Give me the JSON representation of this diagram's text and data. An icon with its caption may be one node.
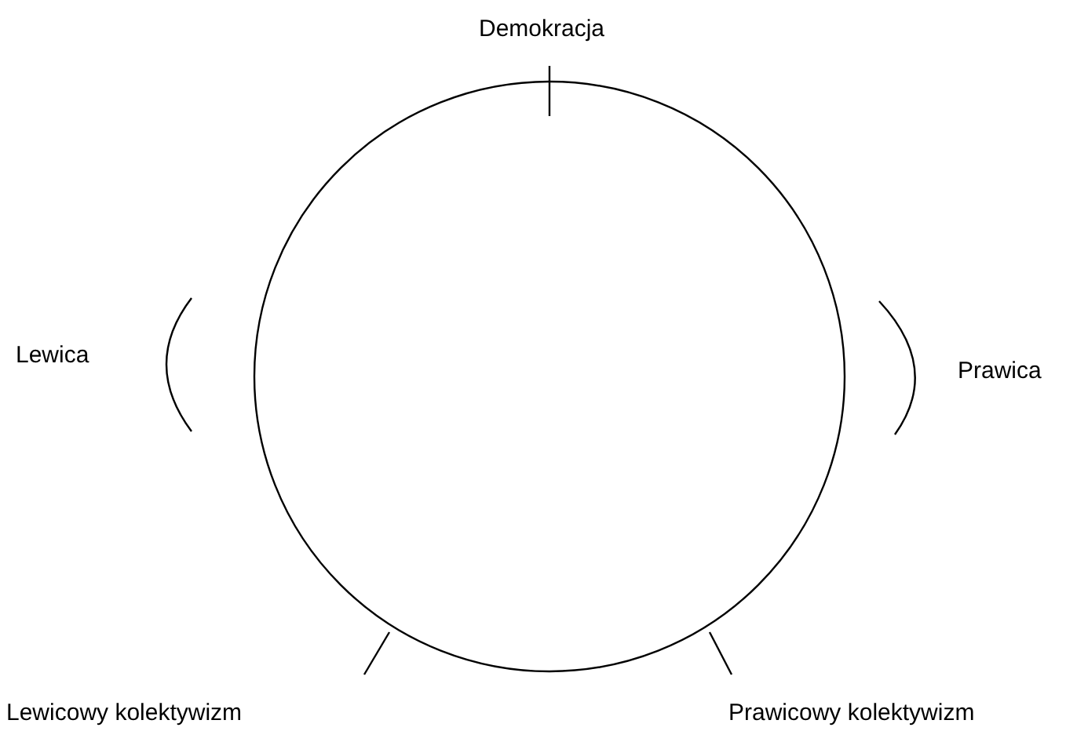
{
  "diagram": {
    "labels": [
      "Demokracja",
      "Lewica",
      "Prawica",
      "Lewicowy kolektywizm",
      "Prawicowy kolektywizm"
    ]
  }
}
